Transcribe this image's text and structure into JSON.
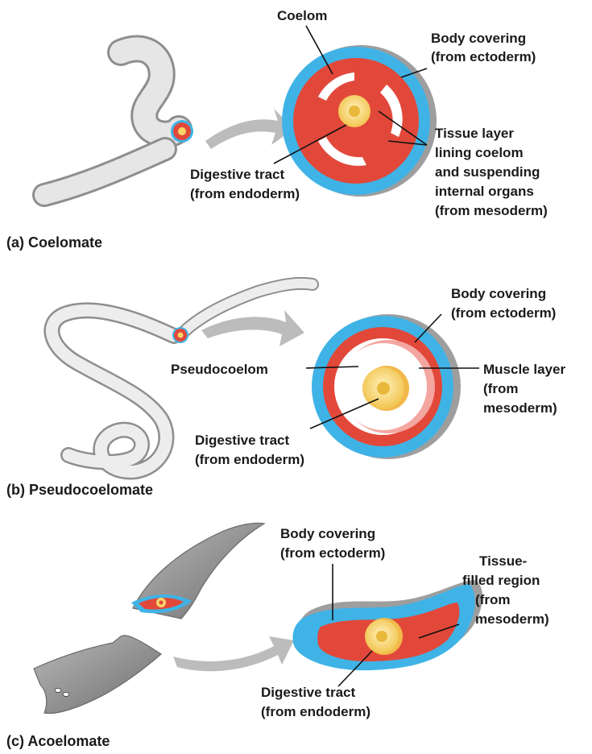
{
  "colors": {
    "ectoderm": "#3fb3e6",
    "mesoderm": "#e2483a",
    "endoderm": "#f7d36a",
    "body_gray": "#d6d6d6",
    "arrow": "#bcbcbc"
  },
  "panel_a": {
    "caption": "(a) Coelomate",
    "labels": {
      "coelom": "Coelom",
      "body_covering_1": "Body covering",
      "body_covering_2": "(from ectoderm)",
      "tissue_1": "Tissue layer",
      "tissue_2": "lining coelom",
      "tissue_3": "and suspending",
      "tissue_4": "internal organs",
      "tissue_5": "(from mesoderm)",
      "digestive_1": "Digestive tract",
      "digestive_2": "(from endoderm)"
    }
  },
  "panel_b": {
    "caption": "(b) Pseudocoelomate",
    "labels": {
      "body_covering_1": "Body covering",
      "body_covering_2": "(from ectoderm)",
      "pseudocoelom": "Pseudocoelom",
      "muscle_1": "Muscle layer",
      "muscle_2": "(from",
      "muscle_3": "mesoderm)",
      "digestive_1": "Digestive tract",
      "digestive_2": "(from endoderm)"
    }
  },
  "panel_c": {
    "caption": "(c) Acoelomate",
    "labels": {
      "body_covering_1": "Body covering",
      "body_covering_2": "(from ectoderm)",
      "tissue_1": "Tissue-",
      "tissue_2": "filled region",
      "tissue_3": "(from",
      "tissue_4": "mesoderm)",
      "digestive_1": "Digestive tract",
      "digestive_2": "(from endoderm)"
    }
  }
}
